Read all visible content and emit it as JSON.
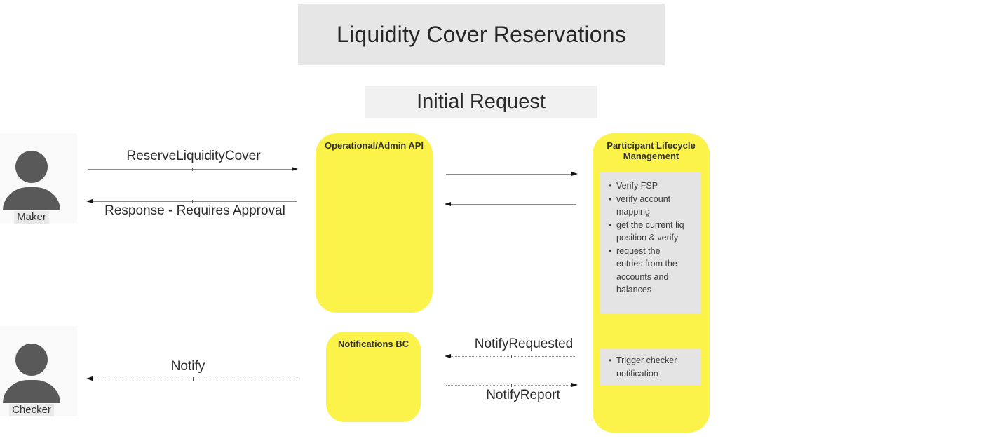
{
  "diagram": {
    "title": "Liquidity Cover Reservations",
    "subtitle": "Initial Request"
  },
  "actors": {
    "maker": {
      "label": "Maker"
    },
    "checker": {
      "label": "Checker"
    }
  },
  "services": {
    "admin_api": {
      "title": "Operational/Admin API"
    },
    "participant_lifecycle": {
      "title": "Participant Lifecycle Management",
      "initial_tasks": [
        "Verify FSP",
        "verify account mapping",
        "get the current liq position & verify",
        "request the entries from the accounts and balances"
      ],
      "notification_tasks": [
        "Trigger checker notification"
      ]
    },
    "notifications_bc": {
      "title": "Notifications BC"
    }
  },
  "messages": [
    {
      "label": "ReserveLiquidityCover",
      "from": "Maker",
      "to": "Operational/Admin API",
      "line": "solid",
      "direction": "right"
    },
    {
      "label": "Response - Requires Approval",
      "from": "Operational/Admin API",
      "to": "Maker",
      "line": "solid",
      "direction": "left"
    },
    {
      "label": "",
      "from": "Operational/Admin API",
      "to": "Participant Lifecycle Management",
      "line": "solid",
      "direction": "right"
    },
    {
      "label": "",
      "from": "Participant Lifecycle Management",
      "to": "Operational/Admin API",
      "line": "solid",
      "direction": "left"
    },
    {
      "label": "NotifyRequested",
      "from": "Participant Lifecycle Management",
      "to": "Notifications BC",
      "line": "dotted",
      "direction": "left"
    },
    {
      "label": "NotifyReport",
      "from": "Notifications BC",
      "to": "Participant Lifecycle Management",
      "line": "dotted",
      "direction": "right"
    },
    {
      "label": "Notify",
      "from": "Notifications BC",
      "to": "Checker",
      "line": "dotted",
      "direction": "left"
    }
  ],
  "colors": {
    "service_box": "#fbf24a",
    "task_panel": "#e4e4e4",
    "title_band": "#e6e6e6",
    "subtitle_band": "#f0f0f0",
    "actor_background": "#f9f9f9",
    "actor_label_background": "#e9e9e9",
    "person_icon": "#595959",
    "arrow_line": "#8a8a8a"
  }
}
